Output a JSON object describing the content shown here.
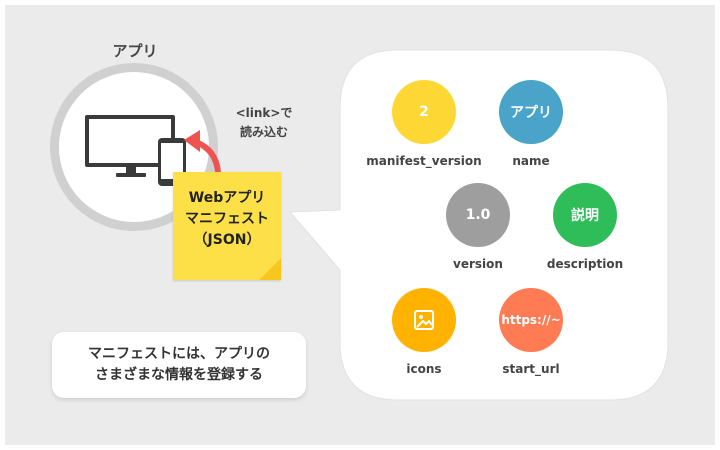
{
  "app": {
    "title": "アプリ"
  },
  "link_note": {
    "line1": "<link>で",
    "line2": "読み込む"
  },
  "sticky": {
    "line1": "Webアプリ",
    "line2": "マニフェスト",
    "line3": "（JSON）"
  },
  "manifest_items": [
    {
      "value": "2",
      "label": "manifest_version",
      "color": "#fdd835"
    },
    {
      "value": "アプリ",
      "label": "name",
      "color": "#4aa3c8"
    },
    {
      "value": "1.0",
      "label": "version",
      "color": "#9e9e9e"
    },
    {
      "value": "説明",
      "label": "description",
      "color": "#2ebd59"
    },
    {
      "value": "",
      "label": "icons",
      "color": "#ffb300",
      "icon": "image-icon"
    },
    {
      "value": "https://~",
      "label": "start_url",
      "color": "#ff7b54"
    }
  ],
  "caption": {
    "line1": "マニフェストには、アプリの",
    "line2": "さまざまな情報を登録する"
  },
  "colors": {
    "background": "#ebebeb",
    "sticky": "#fde047",
    "arrow": "#ef5350"
  }
}
